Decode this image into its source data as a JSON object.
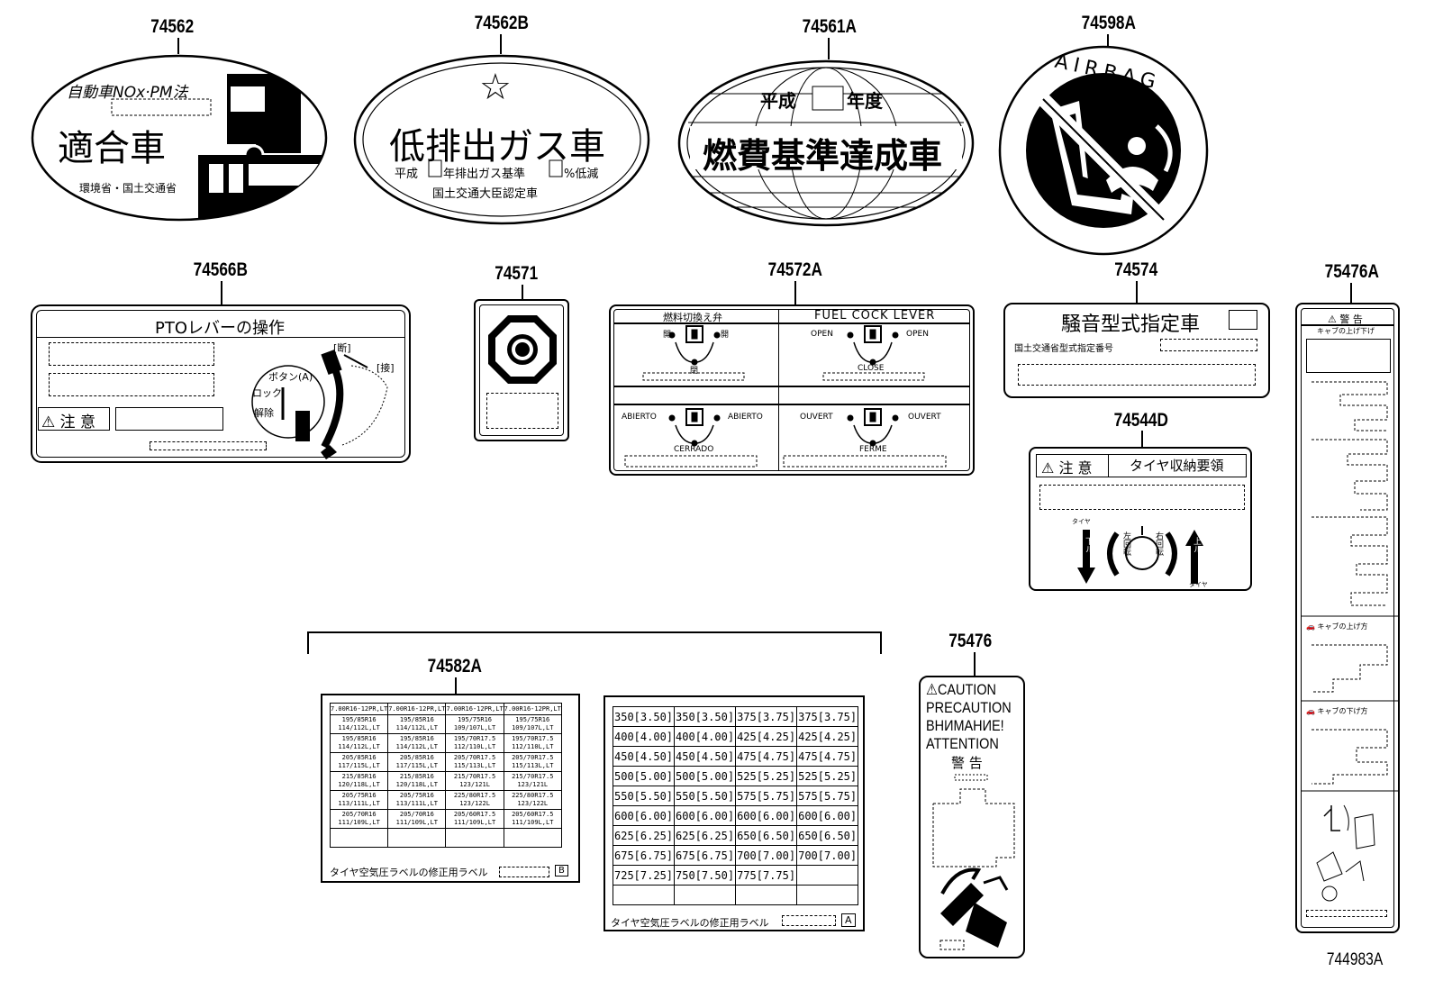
{
  "part_numbers": {
    "p74562": "74562",
    "p74562B": "74562B",
    "p74561A": "74561A",
    "p74598A": "74598A",
    "p74566B": "74566B",
    "p74571": "74571",
    "p74572A": "74572A",
    "p74574": "74574",
    "p75476A": "75476A",
    "p74544D": "74544D",
    "p74582A": "74582A",
    "p75476": "75476"
  },
  "figure_id": "744983A",
  "label_74562": {
    "line1": "自動車NOx·PM法",
    "main": "適合車",
    "footer": "環境省・国土交通省"
  },
  "label_74562B": {
    "star": "☆",
    "main": "低排出ガス車",
    "line2a": "平成",
    "line2b": "年排出ガス基準",
    "line2c": "%低減",
    "line3": "国土交通大臣認定車"
  },
  "label_74561A": {
    "line1a": "平成",
    "line1b": "年度",
    "main": "燃費基準達成車"
  },
  "label_74598A": {
    "ring_text": "AIRBAG"
  },
  "label_74566B": {
    "title": "PTOレバーの操作",
    "caution": "注 意",
    "button": "ボタン(A)",
    "lock": "ロック",
    "release": "解除",
    "off": "[断]",
    "on": "[接]"
  },
  "label_74572A": {
    "jp_title": "燃料切換え弁",
    "en_title": "FUEL COCK LEVER",
    "jp_open": "開",
    "jp_close": "閉",
    "jp_open2": "開",
    "en_open_l": "OPEN",
    "en_open_r": "OPEN",
    "en_close": "CLOSE",
    "es_l": "ABIERTO",
    "es_r": "ABIERTO",
    "es_close": "CERRADO",
    "fr_l": "OUVERT",
    "fr_r": "OUVERT",
    "fr_close": "FERME"
  },
  "label_74574": {
    "title": "騒音型式指定車",
    "line2": "国土交通省型式指定番号"
  },
  "label_74544D": {
    "caution": "注 意",
    "title": "タイヤ収納要領",
    "down": "下ル",
    "left_rot": "左回転",
    "right_rot": "右回転",
    "up": "上ル",
    "tire_top": "タイヤ",
    "tire_bot": "タイヤ"
  },
  "label_75476A": {
    "title": "警 告",
    "sub1": "キャブの上げ下げ",
    "sub2": "キャブの上げ方",
    "sub3": "キャブの下げ方"
  },
  "label_75476": {
    "l1": "CAUTION",
    "l2": "PRECAUTION",
    "l3": "ВНИМАНИЕ!",
    "l4": "ATTENTION",
    "l5": "警 告"
  },
  "tire_label_B": {
    "headers": [
      "7.00R16-12PR,LT",
      "7.00R16-12PR,LT",
      "7.00R16-12PR,LT",
      "7.00R16-12PR,LT"
    ],
    "rows": [
      [
        "195/85R16\n114/112L,LT",
        "195/85R16\n114/112L,LT",
        "195/75R16\n109/107L,LT",
        "195/75R16\n109/107L,LT"
      ],
      [
        "195/85R16\n114/112L,LT",
        "195/85R16\n114/112L,LT",
        "195/70R17.5\n112/110L,LT",
        "195/70R17.5\n112/110L,LT"
      ],
      [
        "205/85R16\n117/115L,LT",
        "205/85R16\n117/115L,LT",
        "205/70R17.5\n115/113L,LT",
        "205/70R17.5\n115/113L,LT"
      ],
      [
        "215/85R16\n120/118L,LT",
        "215/85R16\n120/118L,LT",
        "215/70R17.5\n123/121L",
        "215/70R17.5\n123/121L"
      ],
      [
        "205/75R16\n113/111L,LT",
        "205/75R16\n113/111L,LT",
        "225/80R17.5\n123/122L",
        "225/80R17.5\n123/122L"
      ],
      [
        "205/70R16\n111/109L,LT",
        "205/70R16\n111/109L,LT",
        "205/60R17.5\n111/109L,LT",
        "205/60R17.5\n111/109L,LT"
      ],
      [
        "",
        "",
        "",
        ""
      ]
    ],
    "footer": "タイヤ空気圧ラベルの修正用ラベル",
    "tag": "B"
  },
  "tire_label_A": {
    "rows": [
      [
        "350[3.50]",
        "350[3.50]",
        "375[3.75]",
        "375[3.75]"
      ],
      [
        "400[4.00]",
        "400[4.00]",
        "425[4.25]",
        "425[4.25]"
      ],
      [
        "450[4.50]",
        "450[4.50]",
        "475[4.75]",
        "475[4.75]"
      ],
      [
        "500[5.00]",
        "500[5.00]",
        "525[5.25]",
        "525[5.25]"
      ],
      [
        "550[5.50]",
        "550[5.50]",
        "575[5.75]",
        "575[5.75]"
      ],
      [
        "600[6.00]",
        "600[6.00]",
        "600[6.00]",
        "600[6.00]"
      ],
      [
        "625[6.25]",
        "625[6.25]",
        "650[6.50]",
        "650[6.50]"
      ],
      [
        "675[6.75]",
        "675[6.75]",
        "700[7.00]",
        "700[7.00]"
      ],
      [
        "725[7.25]",
        "750[7.50]",
        "775[7.75]",
        ""
      ],
      [
        "",
        "",
        "",
        ""
      ]
    ],
    "footer": "タイヤ空気圧ラベルの修正用ラベル",
    "tag": "A"
  }
}
